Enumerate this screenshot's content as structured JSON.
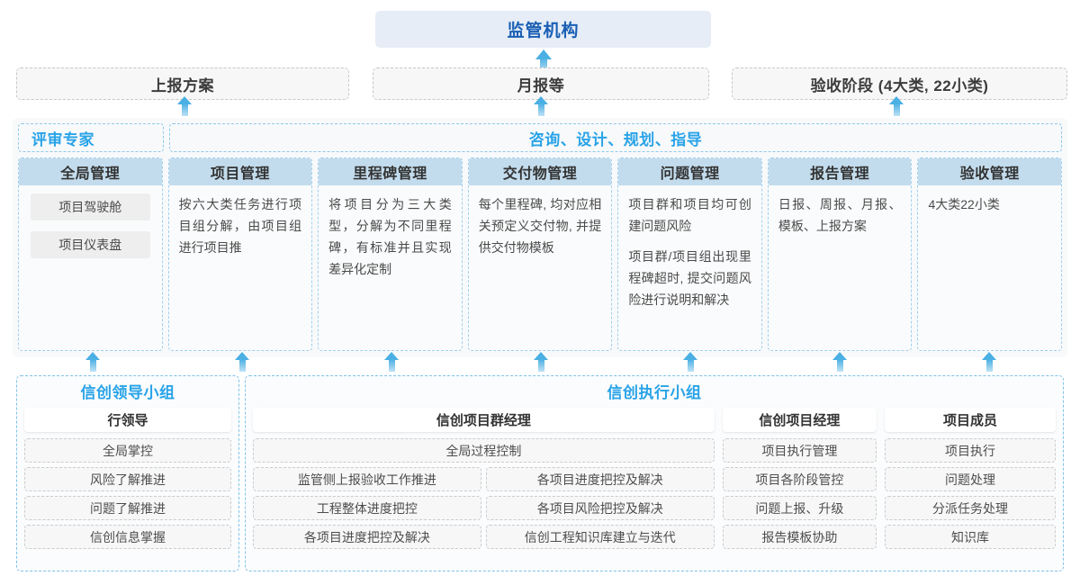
{
  "top": {
    "regulator": "监管机构",
    "reports": [
      {
        "label": "上报方案"
      },
      {
        "label": "月报等"
      },
      {
        "label": "验收阶段 (4大类, 22小类)"
      }
    ]
  },
  "middle": {
    "bands": [
      {
        "label": "评审专家"
      },
      {
        "label": "咨询、设计、规划、指导"
      }
    ],
    "modules": [
      {
        "title": "全局管理",
        "type": "pills",
        "pills": [
          "项目驾驶舱",
          "项目仪表盘"
        ],
        "paragraphs": []
      },
      {
        "title": "项目管理",
        "type": "text",
        "pills": [],
        "paragraphs": [
          "按六大类任务进行项目组分解，由项目组进行项目推"
        ]
      },
      {
        "title": "里程碑管理",
        "type": "text",
        "pills": [],
        "paragraphs": [
          "将项目分为三大类型，分解为不同里程碑，有标准并且实现差异化定制"
        ]
      },
      {
        "title": "交付物管理",
        "type": "text",
        "pills": [],
        "paragraphs": [
          "每个里程碑, 均对应相关预定义交付物, 并提供交付物模板"
        ]
      },
      {
        "title": "问题管理",
        "type": "text",
        "pills": [],
        "paragraphs": [
          "项目群和项目均可创建问题风险",
          "项目群/项目组出现里程碑超时, 提交问题风险进行说明和解决"
        ]
      },
      {
        "title": "报告管理",
        "type": "text",
        "pills": [],
        "paragraphs": [
          "日报、周报、月报、模板、上报方案"
        ]
      },
      {
        "title": "验收管理",
        "type": "text",
        "pills": [],
        "paragraphs": [
          "4大类22小类"
        ]
      }
    ]
  },
  "bottom": {
    "leadership": {
      "title": "信创领导小组",
      "role": "行领导",
      "tasks": [
        "全局掌控",
        "风险了解推进",
        "问题了解推进",
        "信创信息掌握"
      ]
    },
    "execution": {
      "title": "信创执行小组",
      "columns": [
        {
          "role": "信创项目群经理",
          "full_row": "全局过程控制",
          "grid": [
            "监管侧上报验收工作推进",
            "各项目进度把控及解决",
            "工程整体进度把控",
            "各项目风险把控及解决",
            "各项目进度把控及解决",
            "信创工程知识库建立与迭代"
          ],
          "tasks": []
        },
        {
          "role": "信创项目经理",
          "full_row": null,
          "grid": [],
          "tasks": [
            "项目执行管理",
            "项目各阶段管控",
            "问题上报、升级",
            "报告模板协助"
          ]
        },
        {
          "role": "项目成员",
          "full_row": null,
          "grid": [],
          "tasks": [
            "项目执行",
            "问题处理",
            "分派任务处理",
            "知识库"
          ]
        }
      ]
    }
  },
  "colors": {
    "accent_blue": "#29a3e8",
    "regulator_text": "#1a5fb4",
    "regulator_bg": "#e6edf7",
    "module_header_bg": "#c3dced",
    "arrow": "#4aafe3"
  }
}
